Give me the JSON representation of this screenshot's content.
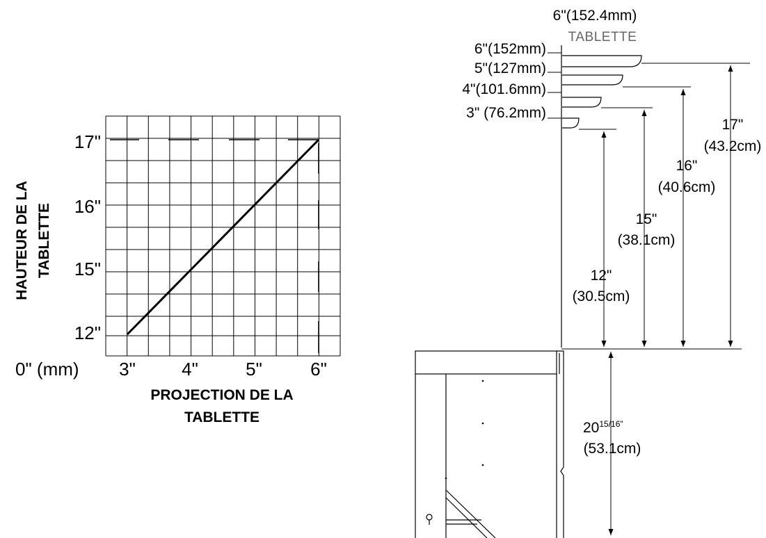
{
  "chart_data": {
    "type": "line",
    "xlabel": "PROJECTION DE LA TABLETTE",
    "xlabel_lines": [
      "PROJECTION DE LA",
      "TABLETTE"
    ],
    "ylabel": "HAUTEUR DE LA TABLETTE",
    "ylabel_lines": [
      "HAUTEUR DE LA",
      "TABLETTE"
    ],
    "origin_label": "0\" (mm)",
    "x_ticks": [
      "3\"",
      "4\"",
      "5\"",
      "6\""
    ],
    "y_ticks": [
      "17\"",
      "16\"",
      "15\"",
      "12\""
    ],
    "grid": true,
    "series": [
      {
        "x": [
          "3\"",
          "6\""
        ],
        "y": [
          "12\"",
          "17\""
        ]
      }
    ]
  },
  "diagram": {
    "top_label": "6\"(152.4mm)",
    "top_sublabel": "TABLETTE",
    "shelf_labels": [
      "6\"(152mm)",
      "5\"(127mm)",
      "4\"(101.6mm)",
      "3\" (76.2mm)"
    ],
    "heights": [
      {
        "value": "12\"",
        "metric": "(30.5cm)"
      },
      {
        "value": "15\"",
        "metric": "(38.1cm)"
      },
      {
        "value": "16\"",
        "metric": "(40.6cm)"
      },
      {
        "value": "17\"",
        "metric": "(43.2cm)"
      }
    ],
    "cabinet_height": {
      "whole": "20",
      "fraction": "15/16\"",
      "metric": "(53.1cm)"
    }
  }
}
